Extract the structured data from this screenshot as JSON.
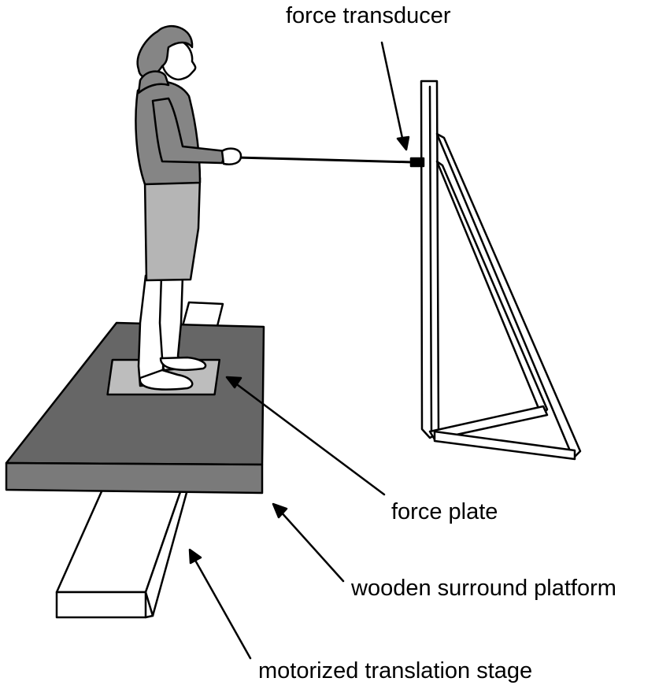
{
  "labels": {
    "force_transducer": "force transducer",
    "force_plate": "force plate",
    "wooden_surround_platform": "wooden surround platform",
    "motorized_translation_stage": "motorized translation stage"
  },
  "colors": {
    "platform_top": "#666666",
    "platform_side": "#7a7a7a",
    "force_plate": "#bdbdbd",
    "hoodie": "#858585",
    "shorts": "#b5b5b5",
    "stroke": "#000000",
    "background": "#ffffff"
  }
}
